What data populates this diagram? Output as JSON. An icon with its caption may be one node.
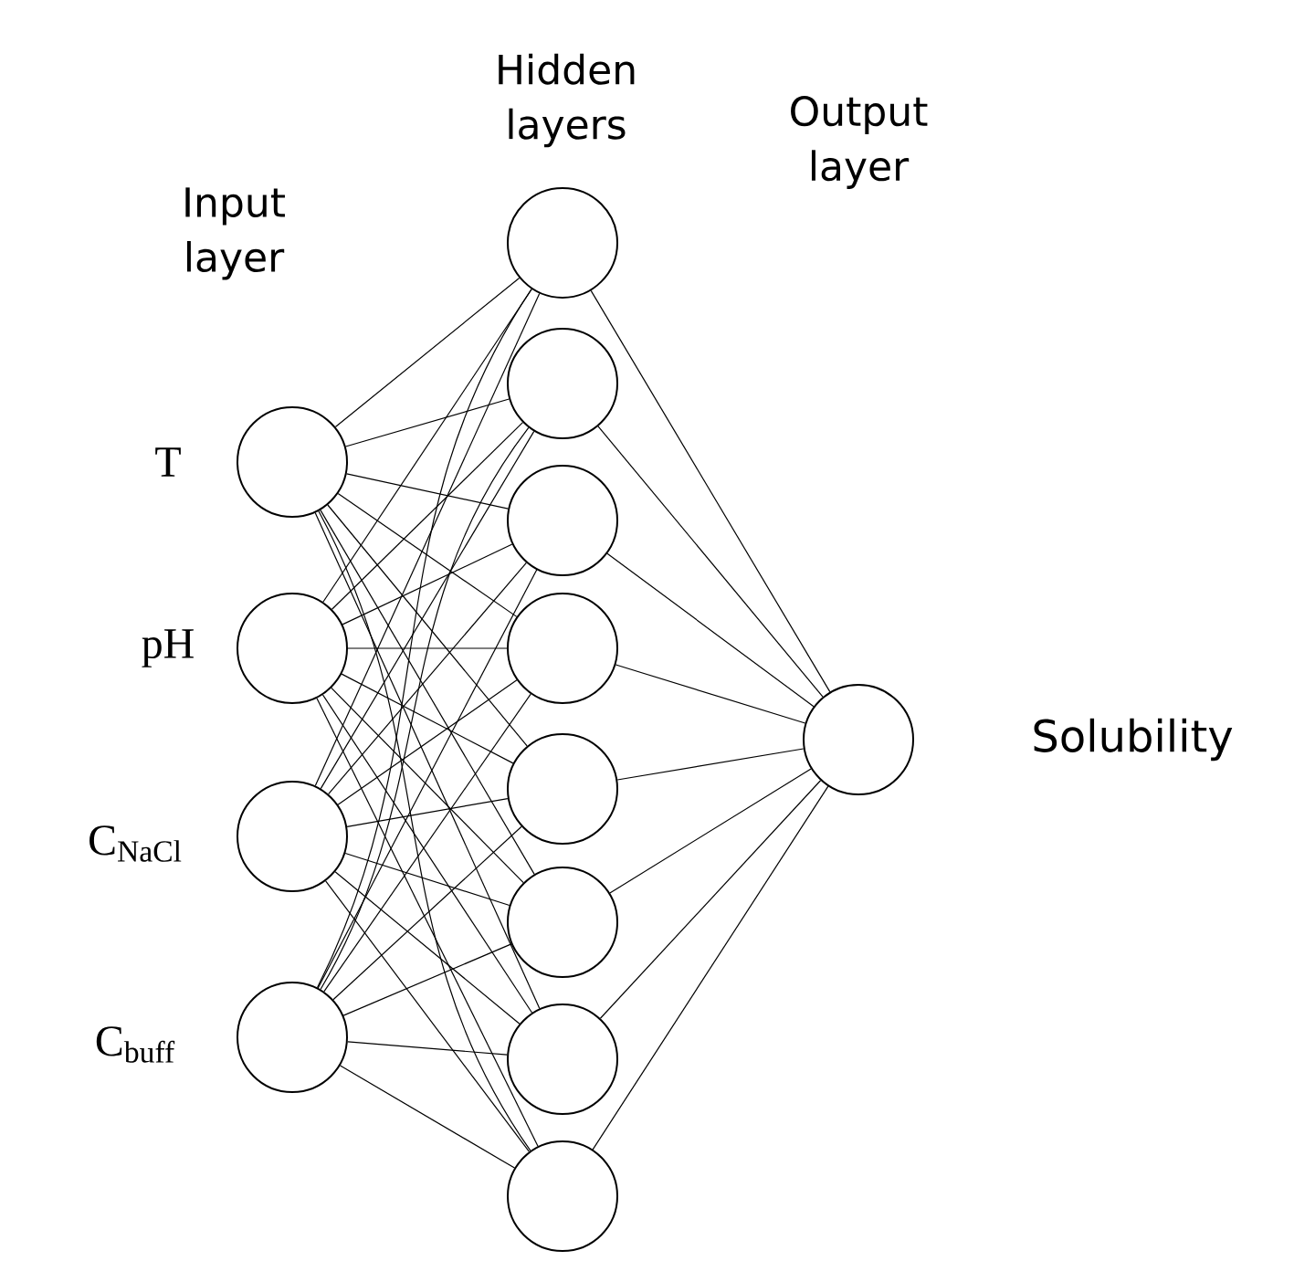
{
  "diagram": {
    "nodes": [
      {
        "text": [],
        "shape": "circle",
        "beside": [
          "T"
        ]
      },
      {
        "text": [],
        "shape": "circle",
        "beside": [
          "pH"
        ]
      },
      {
        "text": [],
        "shape": "circle",
        "beside": [
          "C$_{NaCl}$"
        ]
      },
      {
        "text": [],
        "shape": "circle",
        "beside": [
          "C$_{buff}$"
        ]
      },
      {
        "text": [],
        "shape": "circle"
      },
      {
        "text": [],
        "shape": "circle"
      },
      {
        "text": [],
        "shape": "circle"
      },
      {
        "text": [],
        "shape": "circle"
      },
      {
        "text": [],
        "shape": "circle"
      },
      {
        "text": [],
        "shape": "circle"
      },
      {
        "text": [],
        "shape": "circle"
      },
      {
        "text": [],
        "shape": "circle"
      },
      {
        "text": [],
        "shape": "circle",
        "beside": [
          "Solubility"
        ]
      }
    ],
    "edges": [
      {
        "from": 0,
        "to": 4,
        "arrow": "none"
      },
      {
        "from": 0,
        "to": 5,
        "arrow": "none"
      },
      {
        "from": 0,
        "to": 6,
        "arrow": "none"
      },
      {
        "from": 0,
        "to": 7,
        "arrow": "none"
      },
      {
        "from": 0,
        "to": 8,
        "arrow": "none"
      },
      {
        "from": 0,
        "to": 9,
        "arrow": "none"
      },
      {
        "from": 0,
        "to": 10,
        "arrow": "none"
      },
      {
        "from": 0,
        "to": 11,
        "arrow": "none"
      },
      {
        "from": 1,
        "to": 4,
        "arrow": "none"
      },
      {
        "from": 1,
        "to": 5,
        "arrow": "none"
      },
      {
        "from": 1,
        "to": 6,
        "arrow": "none"
      },
      {
        "from": 1,
        "to": 7,
        "arrow": "none"
      },
      {
        "from": 1,
        "to": 8,
        "arrow": "none"
      },
      {
        "from": 1,
        "to": 9,
        "arrow": "none"
      },
      {
        "from": 1,
        "to": 10,
        "arrow": "none"
      },
      {
        "from": 1,
        "to": 11,
        "arrow": "none"
      },
      {
        "from": 2,
        "to": 4,
        "arrow": "none"
      },
      {
        "from": 2,
        "to": 5,
        "arrow": "none"
      },
      {
        "from": 2,
        "to": 6,
        "arrow": "none"
      },
      {
        "from": 2,
        "to": 7,
        "arrow": "none"
      },
      {
        "from": 2,
        "to": 8,
        "arrow": "none"
      },
      {
        "from": 2,
        "to": 9,
        "arrow": "none"
      },
      {
        "from": 2,
        "to": 10,
        "arrow": "none"
      },
      {
        "from": 2,
        "to": 11,
        "arrow": "none"
      },
      {
        "from": 3,
        "to": 4,
        "arrow": "none"
      },
      {
        "from": 3,
        "to": 5,
        "arrow": "none"
      },
      {
        "from": 3,
        "to": 6,
        "arrow": "none"
      },
      {
        "from": 3,
        "to": 7,
        "arrow": "none"
      },
      {
        "from": 3,
        "to": 8,
        "arrow": "none"
      },
      {
        "from": 3,
        "to": 9,
        "arrow": "none"
      },
      {
        "from": 3,
        "to": 10,
        "arrow": "none"
      },
      {
        "from": 3,
        "to": 11,
        "arrow": "none"
      },
      {
        "from": 4,
        "to": 12,
        "arrow": "none"
      },
      {
        "from": 5,
        "to": 12,
        "arrow": "none"
      },
      {
        "from": 6,
        "to": 12,
        "arrow": "none"
      },
      {
        "from": 7,
        "to": 12,
        "arrow": "none"
      },
      {
        "from": 8,
        "to": 12,
        "arrow": "none"
      },
      {
        "from": 9,
        "to": 12,
        "arrow": "none"
      },
      {
        "from": 10,
        "to": 12,
        "arrow": "none"
      },
      {
        "from": 11,
        "to": 12,
        "arrow": "none"
      }
    ],
    "labels": [
      "Hidden layers",
      "Output layer",
      "Input layer"
    ]
  }
}
